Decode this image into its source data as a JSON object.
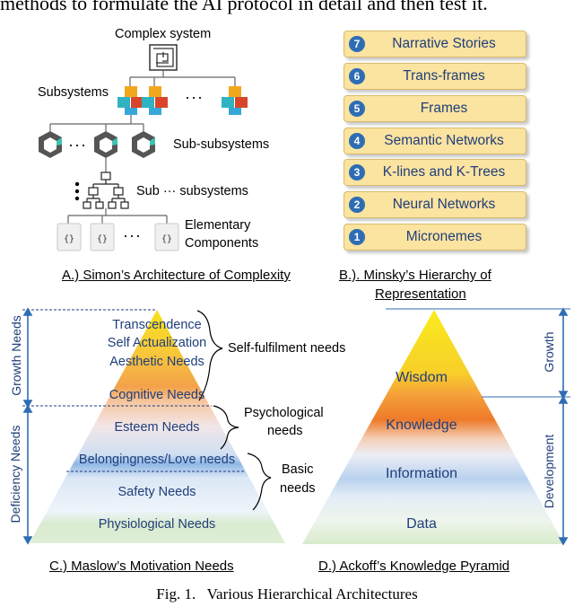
{
  "header_fragment": "methods to formulate the AI protocol in detail and then test it.",
  "simon": {
    "complex_system": "Complex system",
    "subsystems": "Subsystems",
    "subsub": "Sub-subsystems",
    "subdots": "Sub ··· subsystems",
    "elementary1": "Elementary",
    "elementary2": "Components",
    "caption": "A.) Simon’s Architecture of Complexity",
    "dots": "···"
  },
  "minsky": {
    "items": [
      {
        "num": "7",
        "label": "Narrative Stories"
      },
      {
        "num": "6",
        "label": "Trans-frames"
      },
      {
        "num": "5",
        "label": "Frames"
      },
      {
        "num": "4",
        "label": "Semantic Networks"
      },
      {
        "num": "3",
        "label": "K-lines and K-Trees"
      },
      {
        "num": "2",
        "label": "Neural Networks"
      },
      {
        "num": "1",
        "label": "Micronemes"
      }
    ],
    "caption1": "B.). Minsky’s  Hierarchy of",
    "caption2": "Representation"
  },
  "maslow": {
    "levels": [
      "Transcendence",
      "Self Actualization",
      "Aesthetic Needs",
      "Cognitive Needs",
      "Esteem Needs",
      "Belongingness/Love needs",
      "Safety Needs",
      "Physiological Needs"
    ],
    "growth": "Growth Needs",
    "deficiency": "Deficiency Needs",
    "brace1": "Self-fulfilment needs",
    "brace2a": "Psychological",
    "brace2b": "needs",
    "brace3a": "Basic",
    "brace3b": "needs",
    "caption": "C.) Maslow’s Motivation Needs"
  },
  "ackoff": {
    "levels": [
      "Wisdom",
      "Knowledge",
      "Information",
      "Data"
    ],
    "growth": "Growth",
    "development": "Development",
    "caption": "D.) Ackoff’s Knowledge Pyramid"
  },
  "figure_caption": "Fig. 1.   Various Hierarchical Architectures",
  "colors": {
    "accent_blue": "#2e6db4",
    "text_blue": "#1f3e7a",
    "pill_yellow": "#fbe3a0"
  }
}
